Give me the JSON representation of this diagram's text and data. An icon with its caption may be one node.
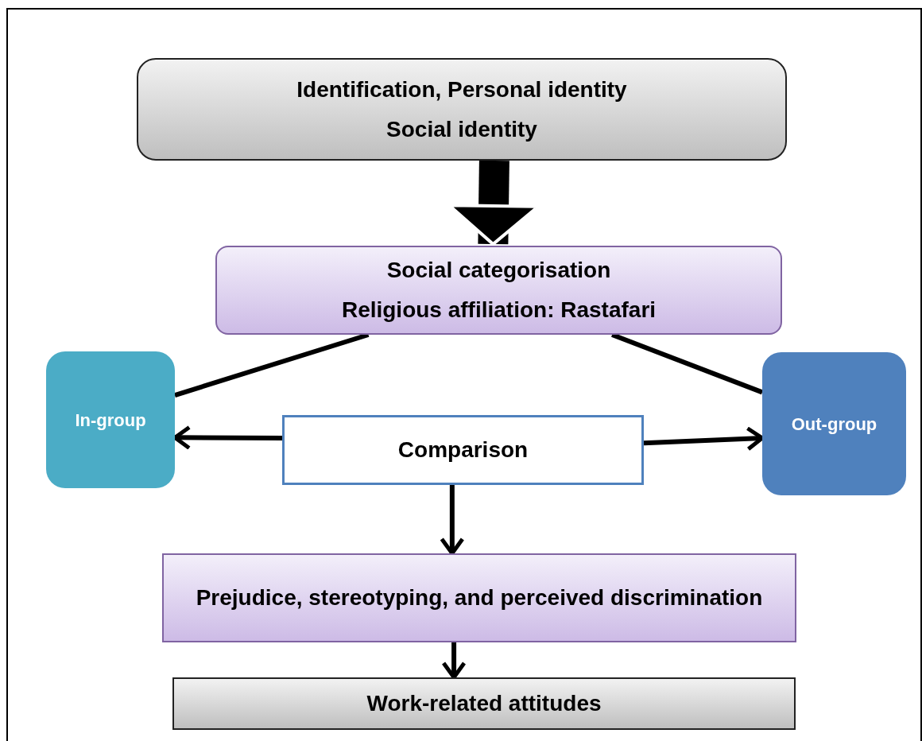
{
  "diagram": {
    "nodes": [
      {
        "text": [
          "Identification, Personal identity",
          "Social identity"
        ]
      },
      {
        "text": [
          "Social categorisation",
          "Religious affiliation: Rastafari"
        ]
      },
      {
        "text": [
          "In-group"
        ]
      },
      {
        "text": [
          "Comparison"
        ]
      },
      {
        "text": [
          "Out-group"
        ]
      },
      {
        "text": [
          "Prejudice, stereotyping, and perceived discrimination"
        ]
      },
      {
        "text": [
          "Work-related attitudes"
        ]
      }
    ],
    "edges": [
      {
        "from": 0,
        "to": 1,
        "arrow": "to",
        "style": "thick"
      },
      {
        "from": 1,
        "to": 2,
        "arrow": "none"
      },
      {
        "from": 1,
        "to": 4,
        "arrow": "none"
      },
      {
        "from": 3,
        "to": 2,
        "arrow": "to"
      },
      {
        "from": 3,
        "to": 4,
        "arrow": "to"
      },
      {
        "from": 3,
        "to": 5,
        "arrow": "to"
      },
      {
        "from": 5,
        "to": 6,
        "arrow": "to"
      }
    ]
  }
}
